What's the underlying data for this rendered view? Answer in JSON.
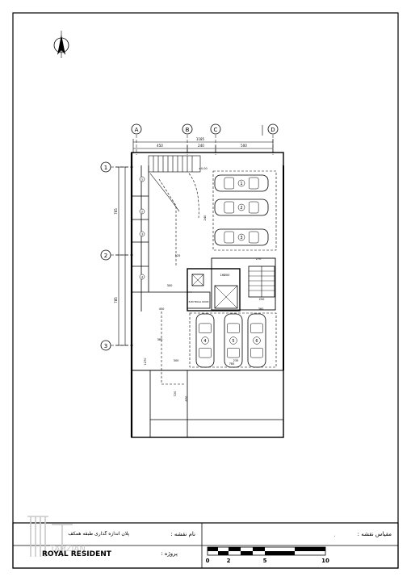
{
  "grid_axes": {
    "columns": [
      "A",
      "B",
      "C",
      "D"
    ],
    "rows": [
      "1",
      "2",
      "3"
    ]
  },
  "dimensions": {
    "top_total": "1185",
    "top_segments": [
      "450",
      "240",
      "500"
    ],
    "left_rows": [
      "765",
      "785"
    ],
    "left_small": [
      "150",
      "140",
      "150",
      "160",
      "140"
    ],
    "interior": [
      "525",
      "300",
      "450",
      "380",
      "1270",
      "720",
      "870",
      "240",
      "160",
      "360",
      "200",
      "270",
      "300",
      "235",
      "785",
      "250"
    ]
  },
  "levels": [
    "±0.00",
    "+1.00",
    "-1.00"
  ],
  "parking_numbers": [
    "1",
    "2",
    "3",
    "4",
    "5",
    "6"
  ],
  "storage_units": [
    "1",
    "2",
    "3",
    "4"
  ],
  "room_labels": {
    "electrical_room": "ELECTRICAL ROOM"
  },
  "title_block": {
    "plan_name_label": "نام نقشه :",
    "plan_name_value": "پلان اندازه گذاری طبقه همکف",
    "scale_label": "مقیاس نقشه :",
    "project_label": "پروژه :",
    "project_name": "ROYAL RESIDENT",
    "scale_ticks": [
      "0",
      "2",
      "5",
      "10"
    ],
    "watermark": "TAHZIAN"
  },
  "colors": {
    "line": "#000000",
    "paper": "#ffffff",
    "watermark": "#c9c9c9"
  }
}
